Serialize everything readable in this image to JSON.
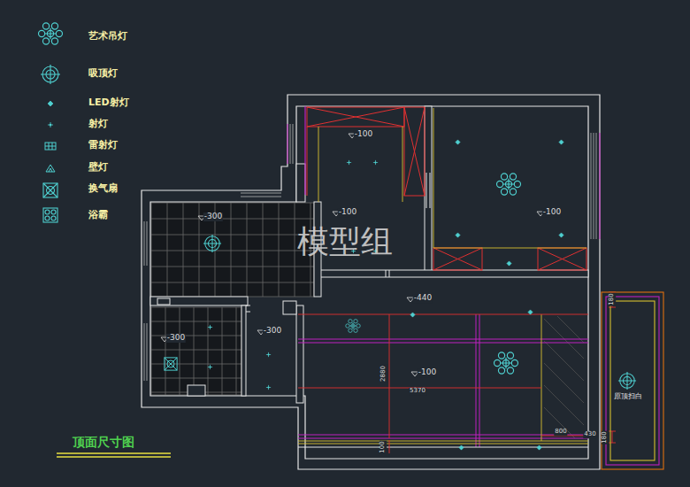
{
  "diagram": {
    "title": "顶面尺寸图",
    "labels": [
      "模型组",
      "-100",
      "-100",
      "-100",
      "-300",
      "-300",
      "-300",
      "-440",
      "-100",
      "2880",
      "5370",
      "800",
      "430",
      "180",
      "180",
      "100",
      "原顶扫白"
    ],
    "legend": [
      {
        "text": "艺术吊灯"
      },
      {
        "text": "吸顶灯"
      },
      {
        "text": "LED射灯"
      },
      {
        "text": "射灯"
      },
      {
        "text": "雷射灯"
      },
      {
        "text": "壁灯"
      },
      {
        "text": "换气扇"
      },
      {
        "text": "浴霸"
      }
    ]
  }
}
